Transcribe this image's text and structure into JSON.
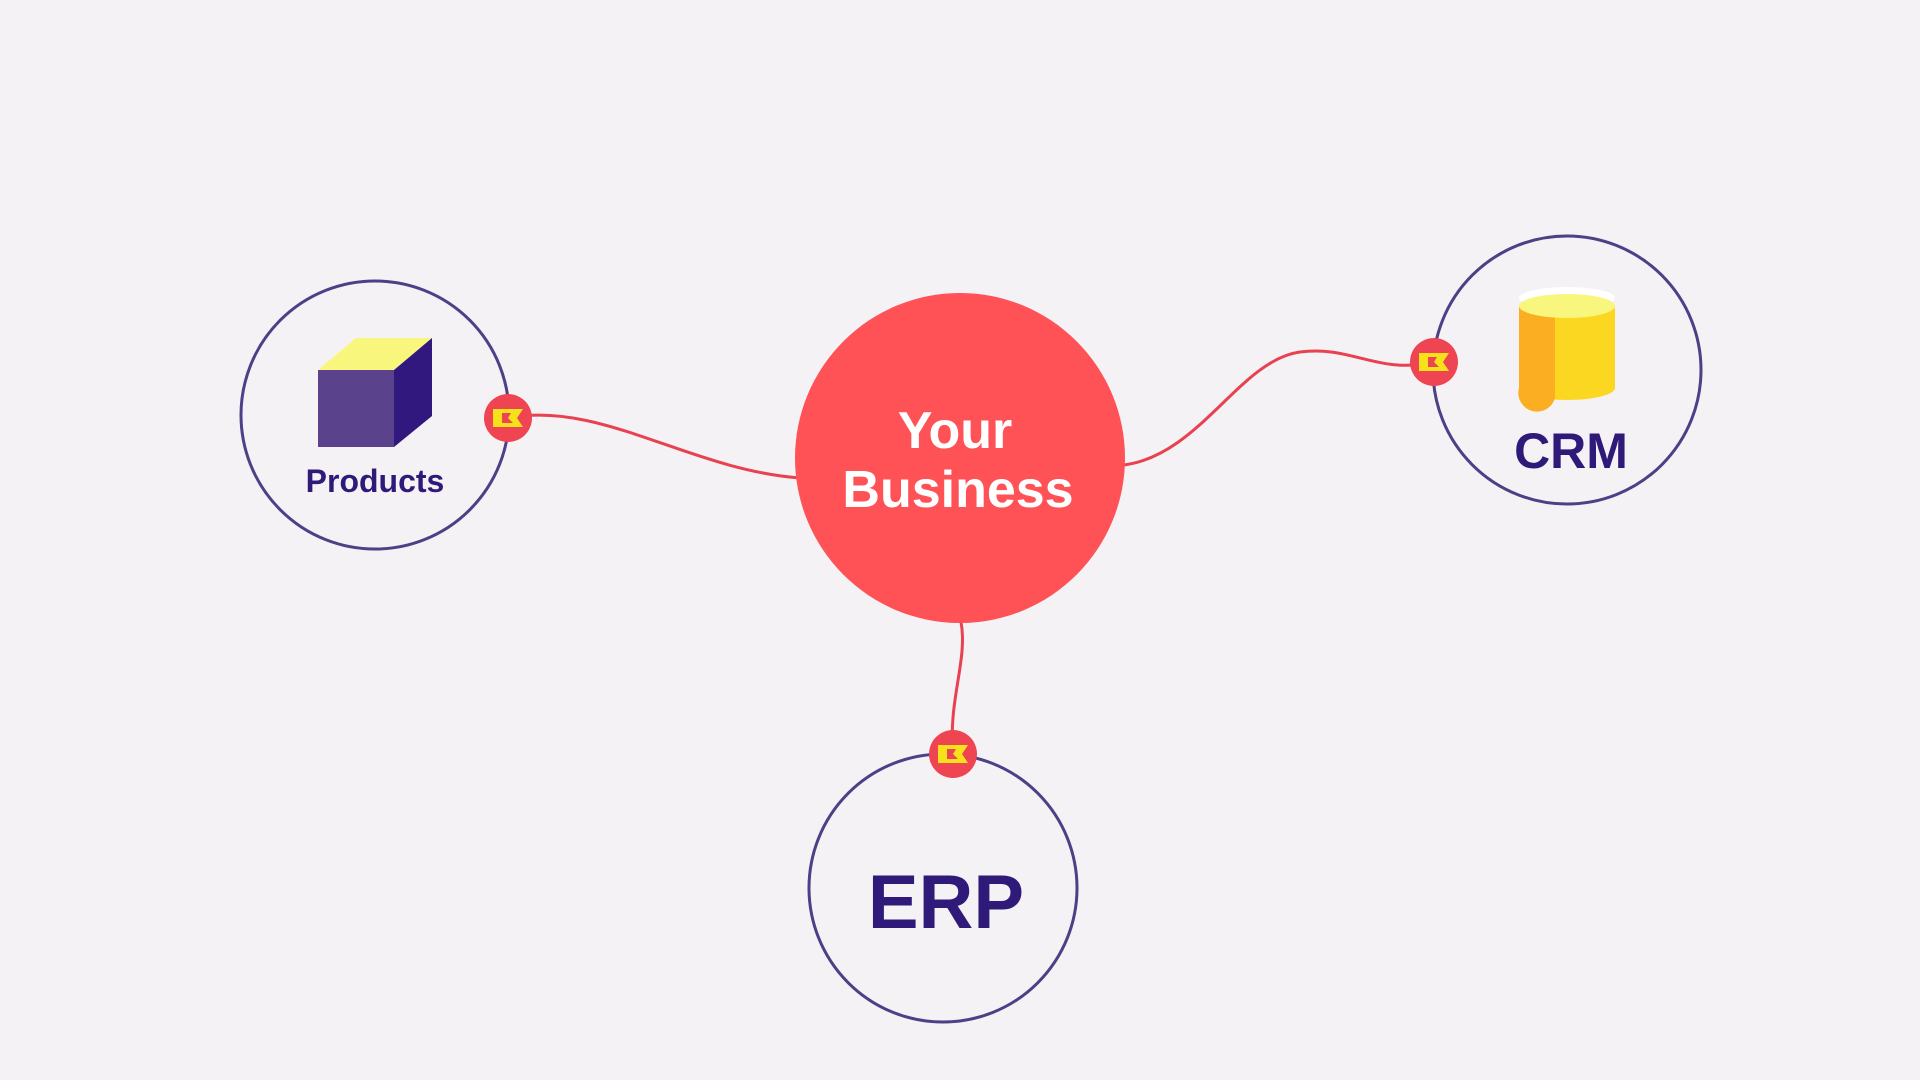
{
  "center": {
    "line1": "Your",
    "line2": "Business"
  },
  "nodes": {
    "products": {
      "label": "Products",
      "icon": "cube-icon"
    },
    "crm": {
      "label": "CRM",
      "icon": "database-cylinder-icon"
    },
    "erp": {
      "label": "ERP"
    }
  },
  "connector_icon": "flag-badge-icon",
  "colors": {
    "background": "#f4f2f5",
    "center_fill": "#fe5257",
    "link_line": "#e8414f",
    "node_stroke": "#4e3f86",
    "label_text": "#2f1a7a",
    "badge_fill": "#ef4452",
    "badge_flag": "#f6e21b",
    "cube_top": "#f8f67c",
    "cube_front": "#5a428c",
    "cube_side": "#30187e",
    "cylinder_body": "#fcd721",
    "cylinder_shade": "#fbae21"
  }
}
